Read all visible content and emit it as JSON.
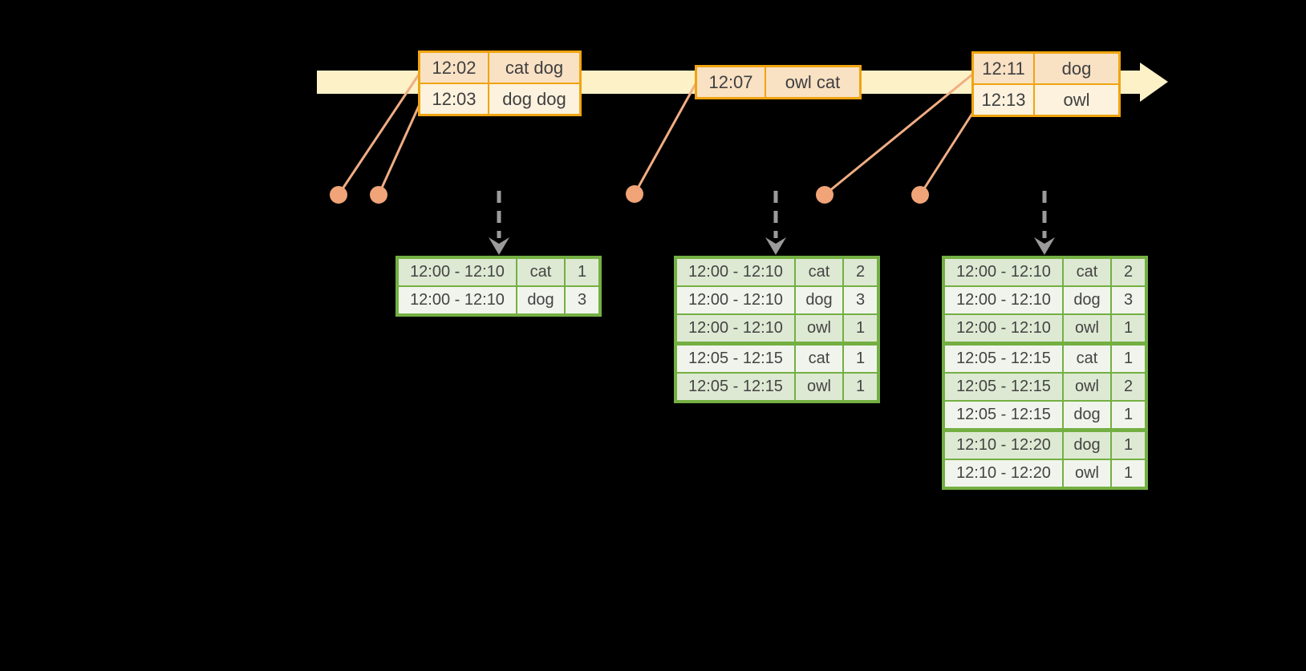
{
  "diagram_type": "streaming-windowed-aggregation-timeline",
  "colors": {
    "background": "#000000",
    "timeline_fill": "#FCF1C7",
    "event_table_border": "#F0A410",
    "event_row_peach": "#F9E1C4",
    "event_row_cream": "#FCF2DE",
    "connector_line": "#F0AD82",
    "connector_dot": "#F0A478",
    "trigger_arrow_gray": "#9B9B9B",
    "result_table_border": "#74AF43",
    "result_row_sage": "#DEE9D3",
    "result_row_white": "#F1F4EC",
    "text": "#3F3F3F"
  },
  "icons": {
    "timeline_arrow": "right-arrow",
    "trigger_arrow": "dashed-down-arrow",
    "event_marker": "dot"
  },
  "event_tables": [
    {
      "rows": [
        {
          "time": "12:02",
          "words": "cat dog"
        },
        {
          "time": "12:03",
          "words": "dog dog"
        }
      ]
    },
    {
      "rows": [
        {
          "time": "12:07",
          "words": "owl cat"
        }
      ]
    },
    {
      "rows": [
        {
          "time": "12:11",
          "words": "dog"
        },
        {
          "time": "12:13",
          "words": "owl"
        }
      ]
    }
  ],
  "result_tables": [
    {
      "rows": [
        {
          "window": "12:00 - 12:10",
          "word": "cat",
          "count": "1"
        },
        {
          "window": "12:00 - 12:10",
          "word": "dog",
          "count": "3"
        }
      ]
    },
    {
      "rows": [
        {
          "window": "12:00 - 12:10",
          "word": "cat",
          "count": "2"
        },
        {
          "window": "12:00 - 12:10",
          "word": "dog",
          "count": "3"
        },
        {
          "window": "12:00 - 12:10",
          "word": "owl",
          "count": "1"
        },
        {
          "window": "12:05 - 12:15",
          "word": "cat",
          "count": "1"
        },
        {
          "window": "12:05 - 12:15",
          "word": "owl",
          "count": "1"
        }
      ]
    },
    {
      "rows": [
        {
          "window": "12:00 - 12:10",
          "word": "cat",
          "count": "2"
        },
        {
          "window": "12:00 - 12:10",
          "word": "dog",
          "count": "3"
        },
        {
          "window": "12:00 - 12:10",
          "word": "owl",
          "count": "1"
        },
        {
          "window": "12:05 - 12:15",
          "word": "cat",
          "count": "1"
        },
        {
          "window": "12:05 - 12:15",
          "word": "owl",
          "count": "2"
        },
        {
          "window": "12:05 - 12:15",
          "word": "dog",
          "count": "1"
        },
        {
          "window": "12:10 - 12:20",
          "word": "dog",
          "count": "1"
        },
        {
          "window": "12:10 - 12:20",
          "word": "owl",
          "count": "1"
        }
      ]
    }
  ]
}
